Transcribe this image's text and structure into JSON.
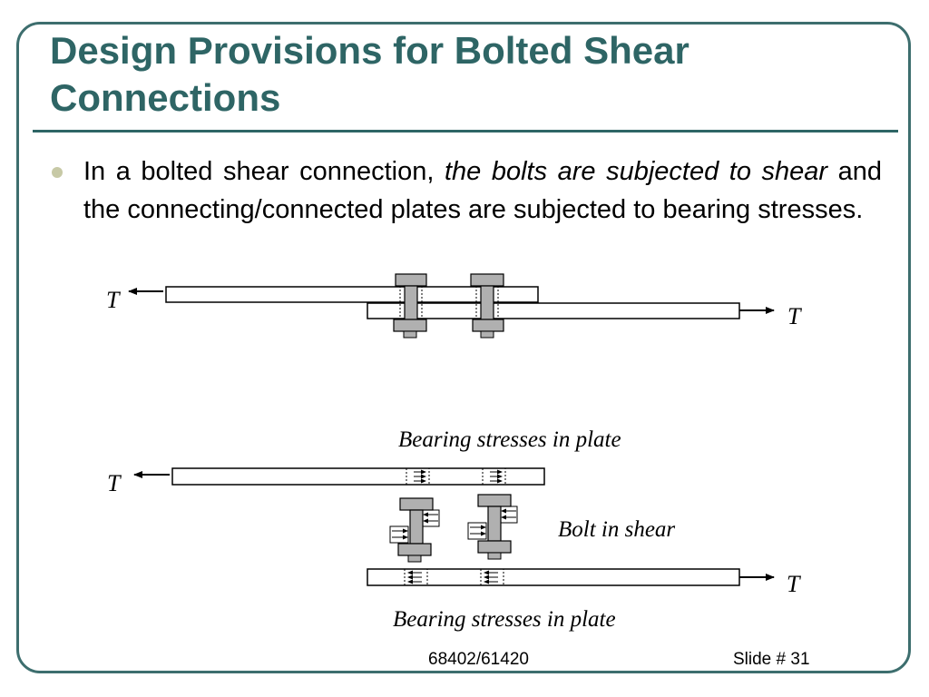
{
  "slide": {
    "title": "Design Provisions for Bolted Shear Connections",
    "bullet": {
      "text_before": "In a bolted shear connection, ",
      "text_italic": "the bolts are subjected to shear",
      "text_after": " and the connecting/connected plates are subjected to bearing stresses."
    }
  },
  "diagram": {
    "force_label": "T",
    "bearing_label": "Bearing stresses in plate",
    "bolt_label": "Bolt in shear"
  },
  "footer": {
    "code": "68402/61420",
    "slide_number": "Slide # 31"
  },
  "colors": {
    "title": "#2e6565",
    "frame": "#3d6e6e",
    "bolt_fill": "#b0b0b0",
    "bullet": "#c7c9a6"
  }
}
